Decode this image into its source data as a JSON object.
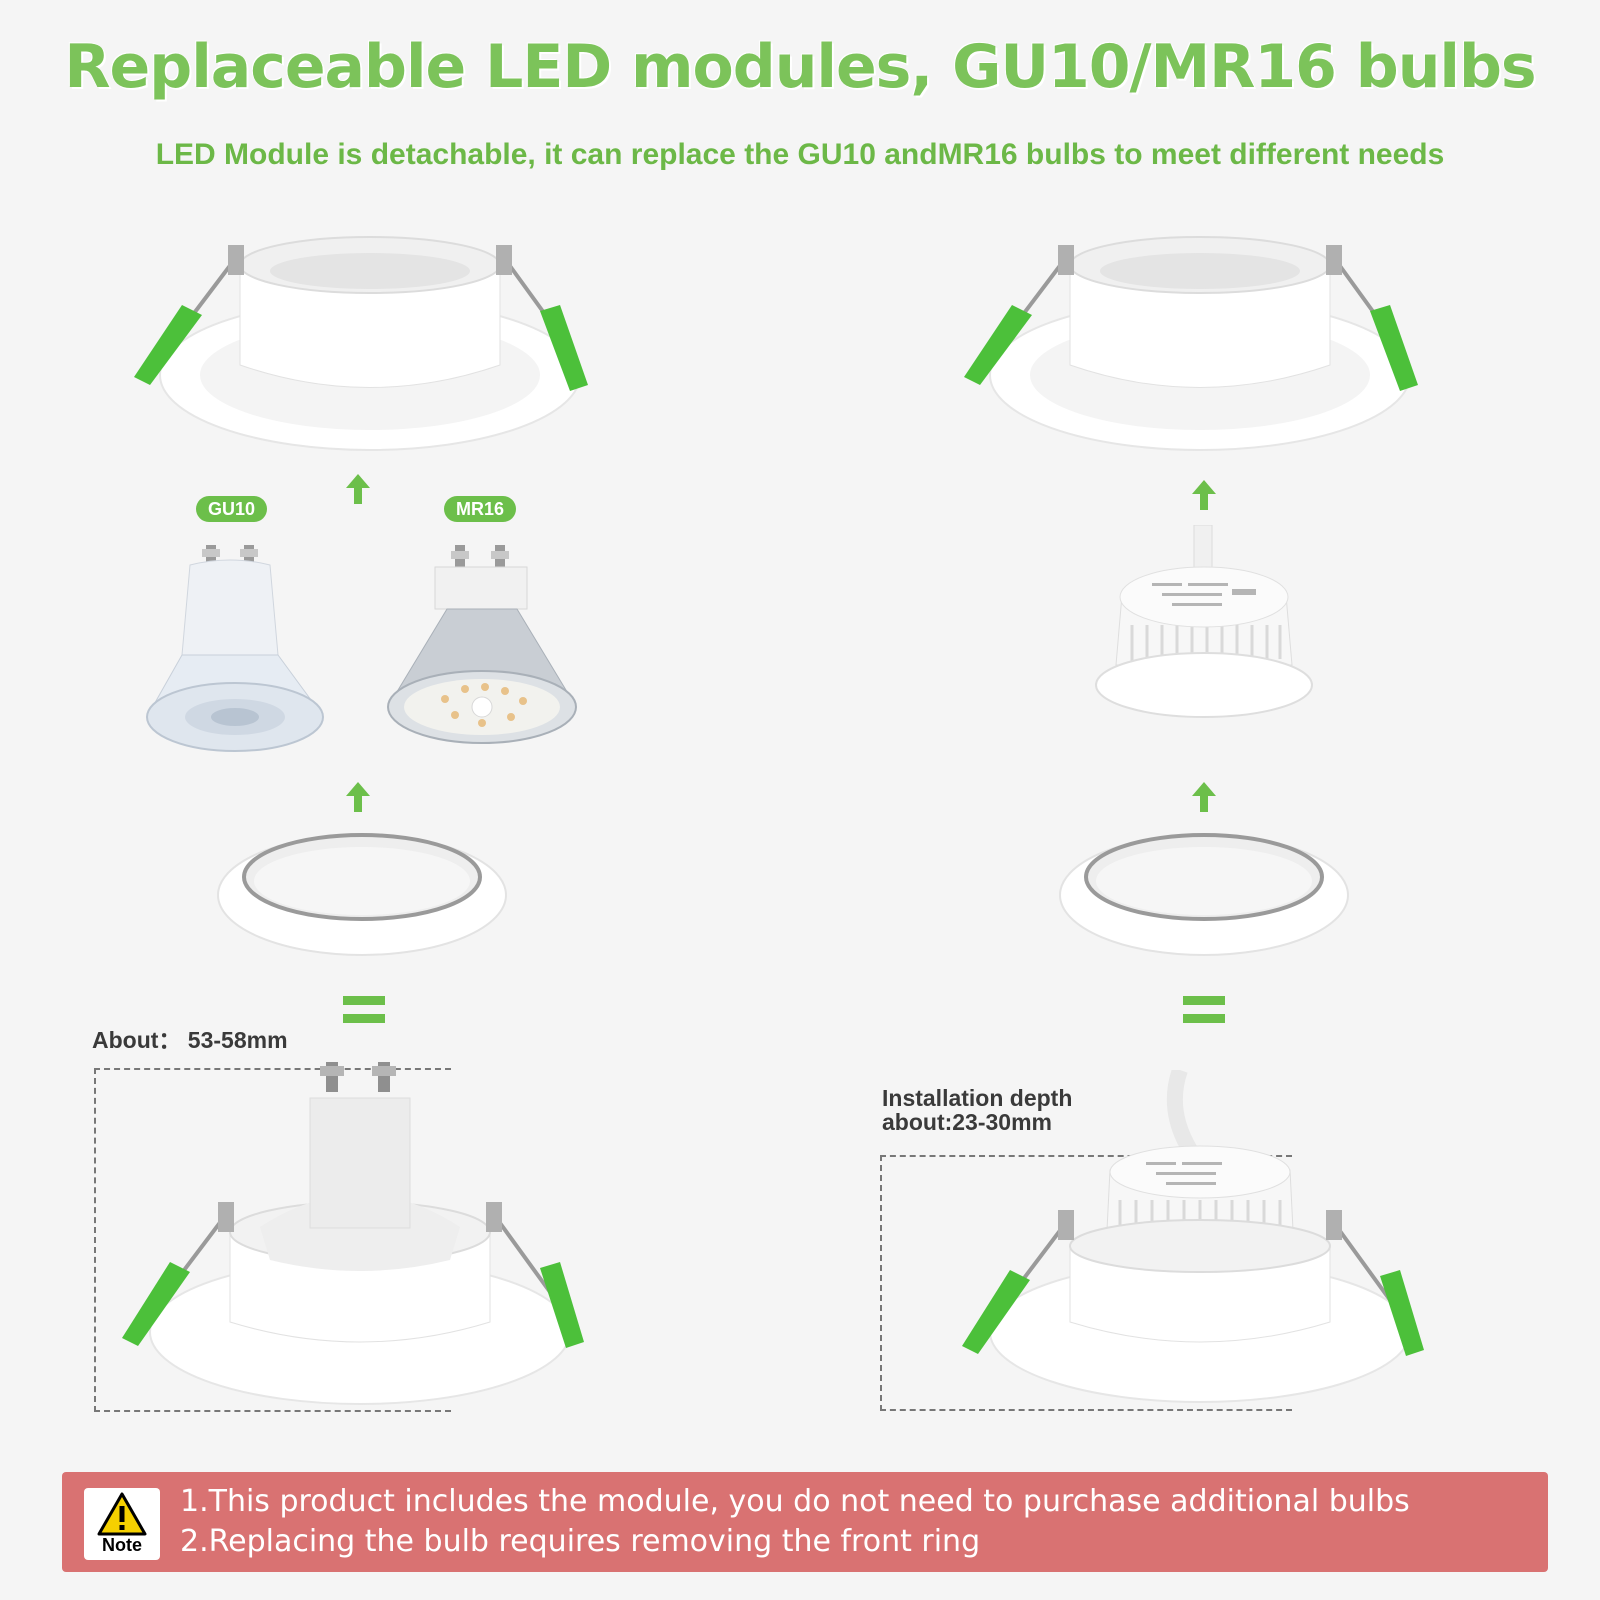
{
  "header": {
    "title": "Replaceable LED modules, GU10/MR16 bulbs",
    "subtitle": "LED Module is detachable, it can replace the GU10 andMR16 bulbs to meet different needs"
  },
  "left_column": {
    "bulb_tags": [
      "GU10",
      "MR16"
    ],
    "equals_sign": "=",
    "dimension_label": "About： 53-58mm"
  },
  "right_column": {
    "equals_sign": "=",
    "dimension_label_line1": "Installation depth",
    "dimension_label_line2": "about:23-30mm"
  },
  "note": {
    "icon_label": "Note",
    "lines": [
      "1.This product includes the module, you do not need to purchase additional bulbs",
      "2.Replacing the bulb requires removing the front ring"
    ]
  },
  "colors": {
    "accent_green": "#6cbf4a",
    "note_background": "#d97272",
    "clip_green": "#4cc03a"
  }
}
